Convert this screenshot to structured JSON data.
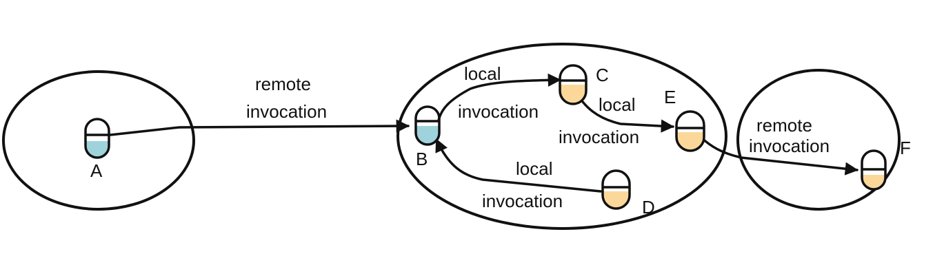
{
  "colors": {
    "local_fill": "#9fd3dc",
    "remote_fill": "#fbd89a",
    "stroke": "#111111"
  },
  "nodes": {
    "a": {
      "label": "A",
      "color": "local"
    },
    "b": {
      "label": "B",
      "color": "local"
    },
    "c": {
      "label": "C",
      "color": "remote"
    },
    "d": {
      "label": "D",
      "color": "remote"
    },
    "e": {
      "label": "E",
      "color": "remote"
    },
    "f": {
      "label": "F",
      "color": "remote"
    }
  },
  "edges": {
    "a_b": {
      "line1": "remote",
      "line2": "invocation"
    },
    "b_c": {
      "line1": "local",
      "line2": "invocation"
    },
    "c_e": {
      "line1": "local",
      "line2": "invocation"
    },
    "d_b": {
      "line1": "local",
      "line2": "invocation"
    },
    "e_f": {
      "line1": "remote",
      "line2": "invocation"
    }
  }
}
